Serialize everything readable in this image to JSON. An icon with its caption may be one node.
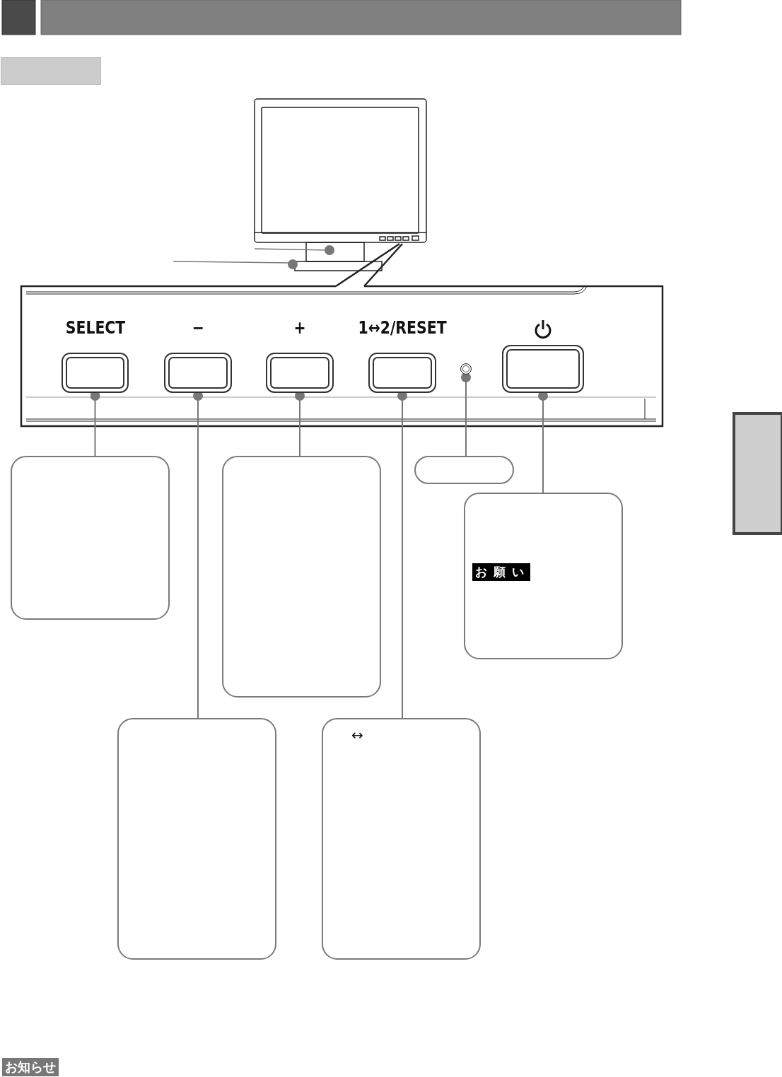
{
  "diagram": {
    "nodes": [
      {
        "text": [
          "SELECT"
        ]
      },
      {
        "text": [
          "−"
        ]
      },
      {
        "text": [
          "+"
        ]
      },
      {
        "text": [
          "1↔2/RESET"
        ]
      },
      {
        "text": [],
        "shape": "circle"
      },
      {
        "text": [],
        "shape": "box"
      },
      {
        "text": [],
        "shape": "box"
      },
      {
        "text": [],
        "shape": "box"
      },
      {
        "text": [],
        "shape": "box"
      },
      {
        "text": [
          "お願い"
        ]
      },
      {
        "text": [],
        "shape": "box"
      },
      {
        "text": [
          "↔"
        ]
      },
      {
        "text": [],
        "shape": "bar"
      },
      {
        "text": [],
        "shape": "bar"
      }
    ],
    "edges": [
      {
        "from": 0,
        "to": 6,
        "arrow": "other"
      },
      {
        "from": 2,
        "to": 7,
        "arrow": "other"
      },
      {
        "from": 4,
        "to": 8,
        "arrow": "other"
      },
      {
        "from": 5,
        "to": 9,
        "arrow": "other"
      },
      {
        "from": 1,
        "to": 10,
        "arrow": "other"
      },
      {
        "from": 3,
        "to": 11,
        "arrow": "other"
      }
    ],
    "labels": [
      "お知らせ"
    ]
  }
}
